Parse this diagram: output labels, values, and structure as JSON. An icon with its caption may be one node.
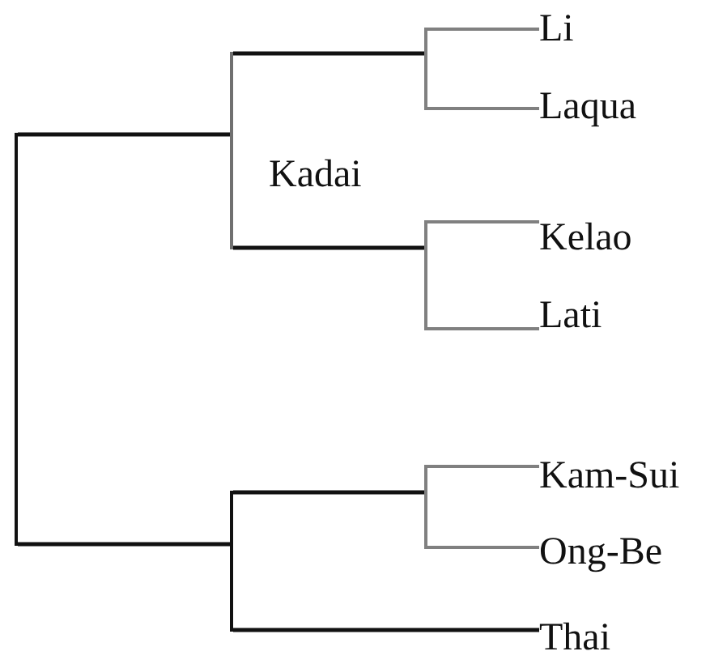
{
  "diagram": {
    "nodes": [
      {
        "text": [],
        "shape": "bar"
      },
      {
        "text": [],
        "shape": "bar"
      },
      {
        "text": [],
        "shape": "bar"
      },
      {
        "text": [
          "Li"
        ]
      },
      {
        "text": [
          "Laqua"
        ]
      },
      {
        "text": [],
        "shape": "bar"
      },
      {
        "text": [
          "Kelao"
        ]
      },
      {
        "text": [
          "Lati"
        ]
      },
      {
        "text": [],
        "shape": "bar"
      },
      {
        "text": [],
        "shape": "bar"
      },
      {
        "text": [
          "Kam-Sui"
        ]
      },
      {
        "text": [
          "Ong-Be"
        ]
      },
      {
        "text": [
          "Thai"
        ]
      }
    ],
    "edges": [
      {
        "from": 0,
        "to": 1,
        "arrow": "none"
      },
      {
        "from": 0,
        "to": 8,
        "arrow": "none"
      },
      {
        "from": 1,
        "to": 2,
        "arrow": "none"
      },
      {
        "from": 1,
        "to": 5,
        "arrow": "none"
      },
      {
        "from": 2,
        "to": 3,
        "arrow": "none",
        "color": "#808080"
      },
      {
        "from": 2,
        "to": 4,
        "arrow": "none",
        "color": "#808080"
      },
      {
        "from": 5,
        "to": 6,
        "arrow": "none",
        "color": "#808080"
      },
      {
        "from": 5,
        "to": 7,
        "arrow": "none",
        "color": "#808080"
      },
      {
        "from": 8,
        "to": 9,
        "arrow": "none"
      },
      {
        "from": 8,
        "to": 12,
        "arrow": "none"
      },
      {
        "from": 9,
        "to": 10,
        "arrow": "none",
        "color": "#808080"
      },
      {
        "from": 9,
        "to": 11,
        "arrow": "none",
        "color": "#808080"
      }
    ],
    "labels": [
      "Kadai"
    ]
  }
}
